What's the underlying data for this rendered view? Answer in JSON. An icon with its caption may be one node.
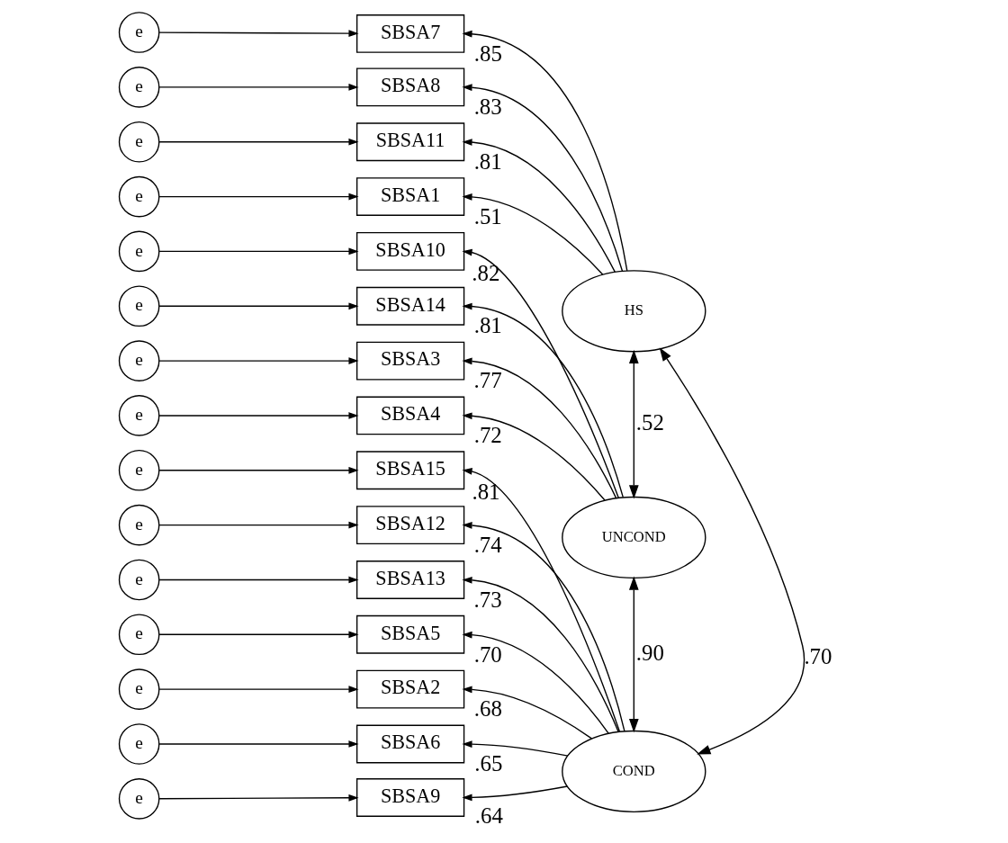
{
  "diagram": {
    "nodes": [
      {
        "text": [
          "e"
        ]
      },
      {
        "text": [
          "SBSA7"
        ]
      },
      {
        "text": [
          "e"
        ]
      },
      {
        "text": [
          "SBSA8"
        ]
      },
      {
        "text": [
          "e"
        ]
      },
      {
        "text": [
          "SBSA11"
        ]
      },
      {
        "text": [
          "e"
        ]
      },
      {
        "text": [
          "SBSA1"
        ]
      },
      {
        "text": [
          "e"
        ]
      },
      {
        "text": [
          "SBSA10"
        ]
      },
      {
        "text": [
          "e"
        ]
      },
      {
        "text": [
          "SBSA14"
        ]
      },
      {
        "text": [
          "e"
        ]
      },
      {
        "text": [
          "SBSA3"
        ]
      },
      {
        "text": [
          "e"
        ]
      },
      {
        "text": [
          "SBSA4"
        ]
      },
      {
        "text": [
          "e"
        ]
      },
      {
        "text": [
          "SBSA15"
        ]
      },
      {
        "text": [
          "e"
        ]
      },
      {
        "text": [
          "SBSA12"
        ]
      },
      {
        "text": [
          "e"
        ]
      },
      {
        "text": [
          "SBSA13"
        ]
      },
      {
        "text": [
          "e"
        ]
      },
      {
        "text": [
          "SBSA5"
        ]
      },
      {
        "text": [
          "e"
        ]
      },
      {
        "text": [
          "SBSA2"
        ]
      },
      {
        "text": [
          "e"
        ]
      },
      {
        "text": [
          "SBSA6"
        ]
      },
      {
        "text": [
          "e"
        ]
      },
      {
        "text": [
          "SBSA9"
        ]
      },
      {
        "text": [
          "HS"
        ]
      },
      {
        "text": [
          "UNCOND"
        ]
      },
      {
        "text": [
          "COND"
        ]
      }
    ],
    "edges": [
      {
        "from": 0,
        "to": 1,
        "arrow": "to"
      },
      {
        "from": 2,
        "to": 3,
        "arrow": "to"
      },
      {
        "from": 4,
        "to": 5,
        "arrow": "to"
      },
      {
        "from": 6,
        "to": 7,
        "arrow": "to"
      },
      {
        "from": 8,
        "to": 9,
        "arrow": "to"
      },
      {
        "from": 10,
        "to": 11,
        "arrow": "to"
      },
      {
        "from": 12,
        "to": 13,
        "arrow": "to"
      },
      {
        "from": 14,
        "to": 15,
        "arrow": "to"
      },
      {
        "from": 16,
        "to": 17,
        "arrow": "to"
      },
      {
        "from": 18,
        "to": 19,
        "arrow": "to"
      },
      {
        "from": 20,
        "to": 21,
        "arrow": "to"
      },
      {
        "from": 22,
        "to": 23,
        "arrow": "to"
      },
      {
        "from": 24,
        "to": 25,
        "arrow": "to"
      },
      {
        "from": 26,
        "to": 27,
        "arrow": "to"
      },
      {
        "from": 28,
        "to": 29,
        "arrow": "to"
      },
      {
        "from": 30,
        "to": 1,
        "arrow": "to",
        "label": ".85"
      },
      {
        "from": 30,
        "to": 3,
        "arrow": "to",
        "label": ".83"
      },
      {
        "from": 30,
        "to": 5,
        "arrow": "to",
        "label": ".81"
      },
      {
        "from": 30,
        "to": 7,
        "arrow": "to",
        "label": ".51"
      },
      {
        "from": 31,
        "to": 9,
        "arrow": "to",
        "label": ".82"
      },
      {
        "from": 31,
        "to": 11,
        "arrow": "to",
        "label": ".81"
      },
      {
        "from": 31,
        "to": 13,
        "arrow": "to",
        "label": ".77"
      },
      {
        "from": 31,
        "to": 15,
        "arrow": "to",
        "label": ".72"
      },
      {
        "from": 32,
        "to": 17,
        "arrow": "to",
        "label": ".81"
      },
      {
        "from": 32,
        "to": 19,
        "arrow": "to",
        "label": ".74"
      },
      {
        "from": 32,
        "to": 21,
        "arrow": "to",
        "label": ".73"
      },
      {
        "from": 32,
        "to": 23,
        "arrow": "to",
        "label": ".70"
      },
      {
        "from": 32,
        "to": 25,
        "arrow": "to",
        "label": ".68"
      },
      {
        "from": 32,
        "to": 27,
        "arrow": "to",
        "label": ".65"
      },
      {
        "from": 32,
        "to": 29,
        "arrow": "to",
        "label": ".64"
      },
      {
        "from": 30,
        "to": 31,
        "arrow": "both",
        "label": ".52"
      },
      {
        "from": 31,
        "to": 32,
        "arrow": "both",
        "label": ".90"
      },
      {
        "from": 30,
        "to": 32,
        "arrow": "both",
        "label": ".70"
      }
    ]
  }
}
